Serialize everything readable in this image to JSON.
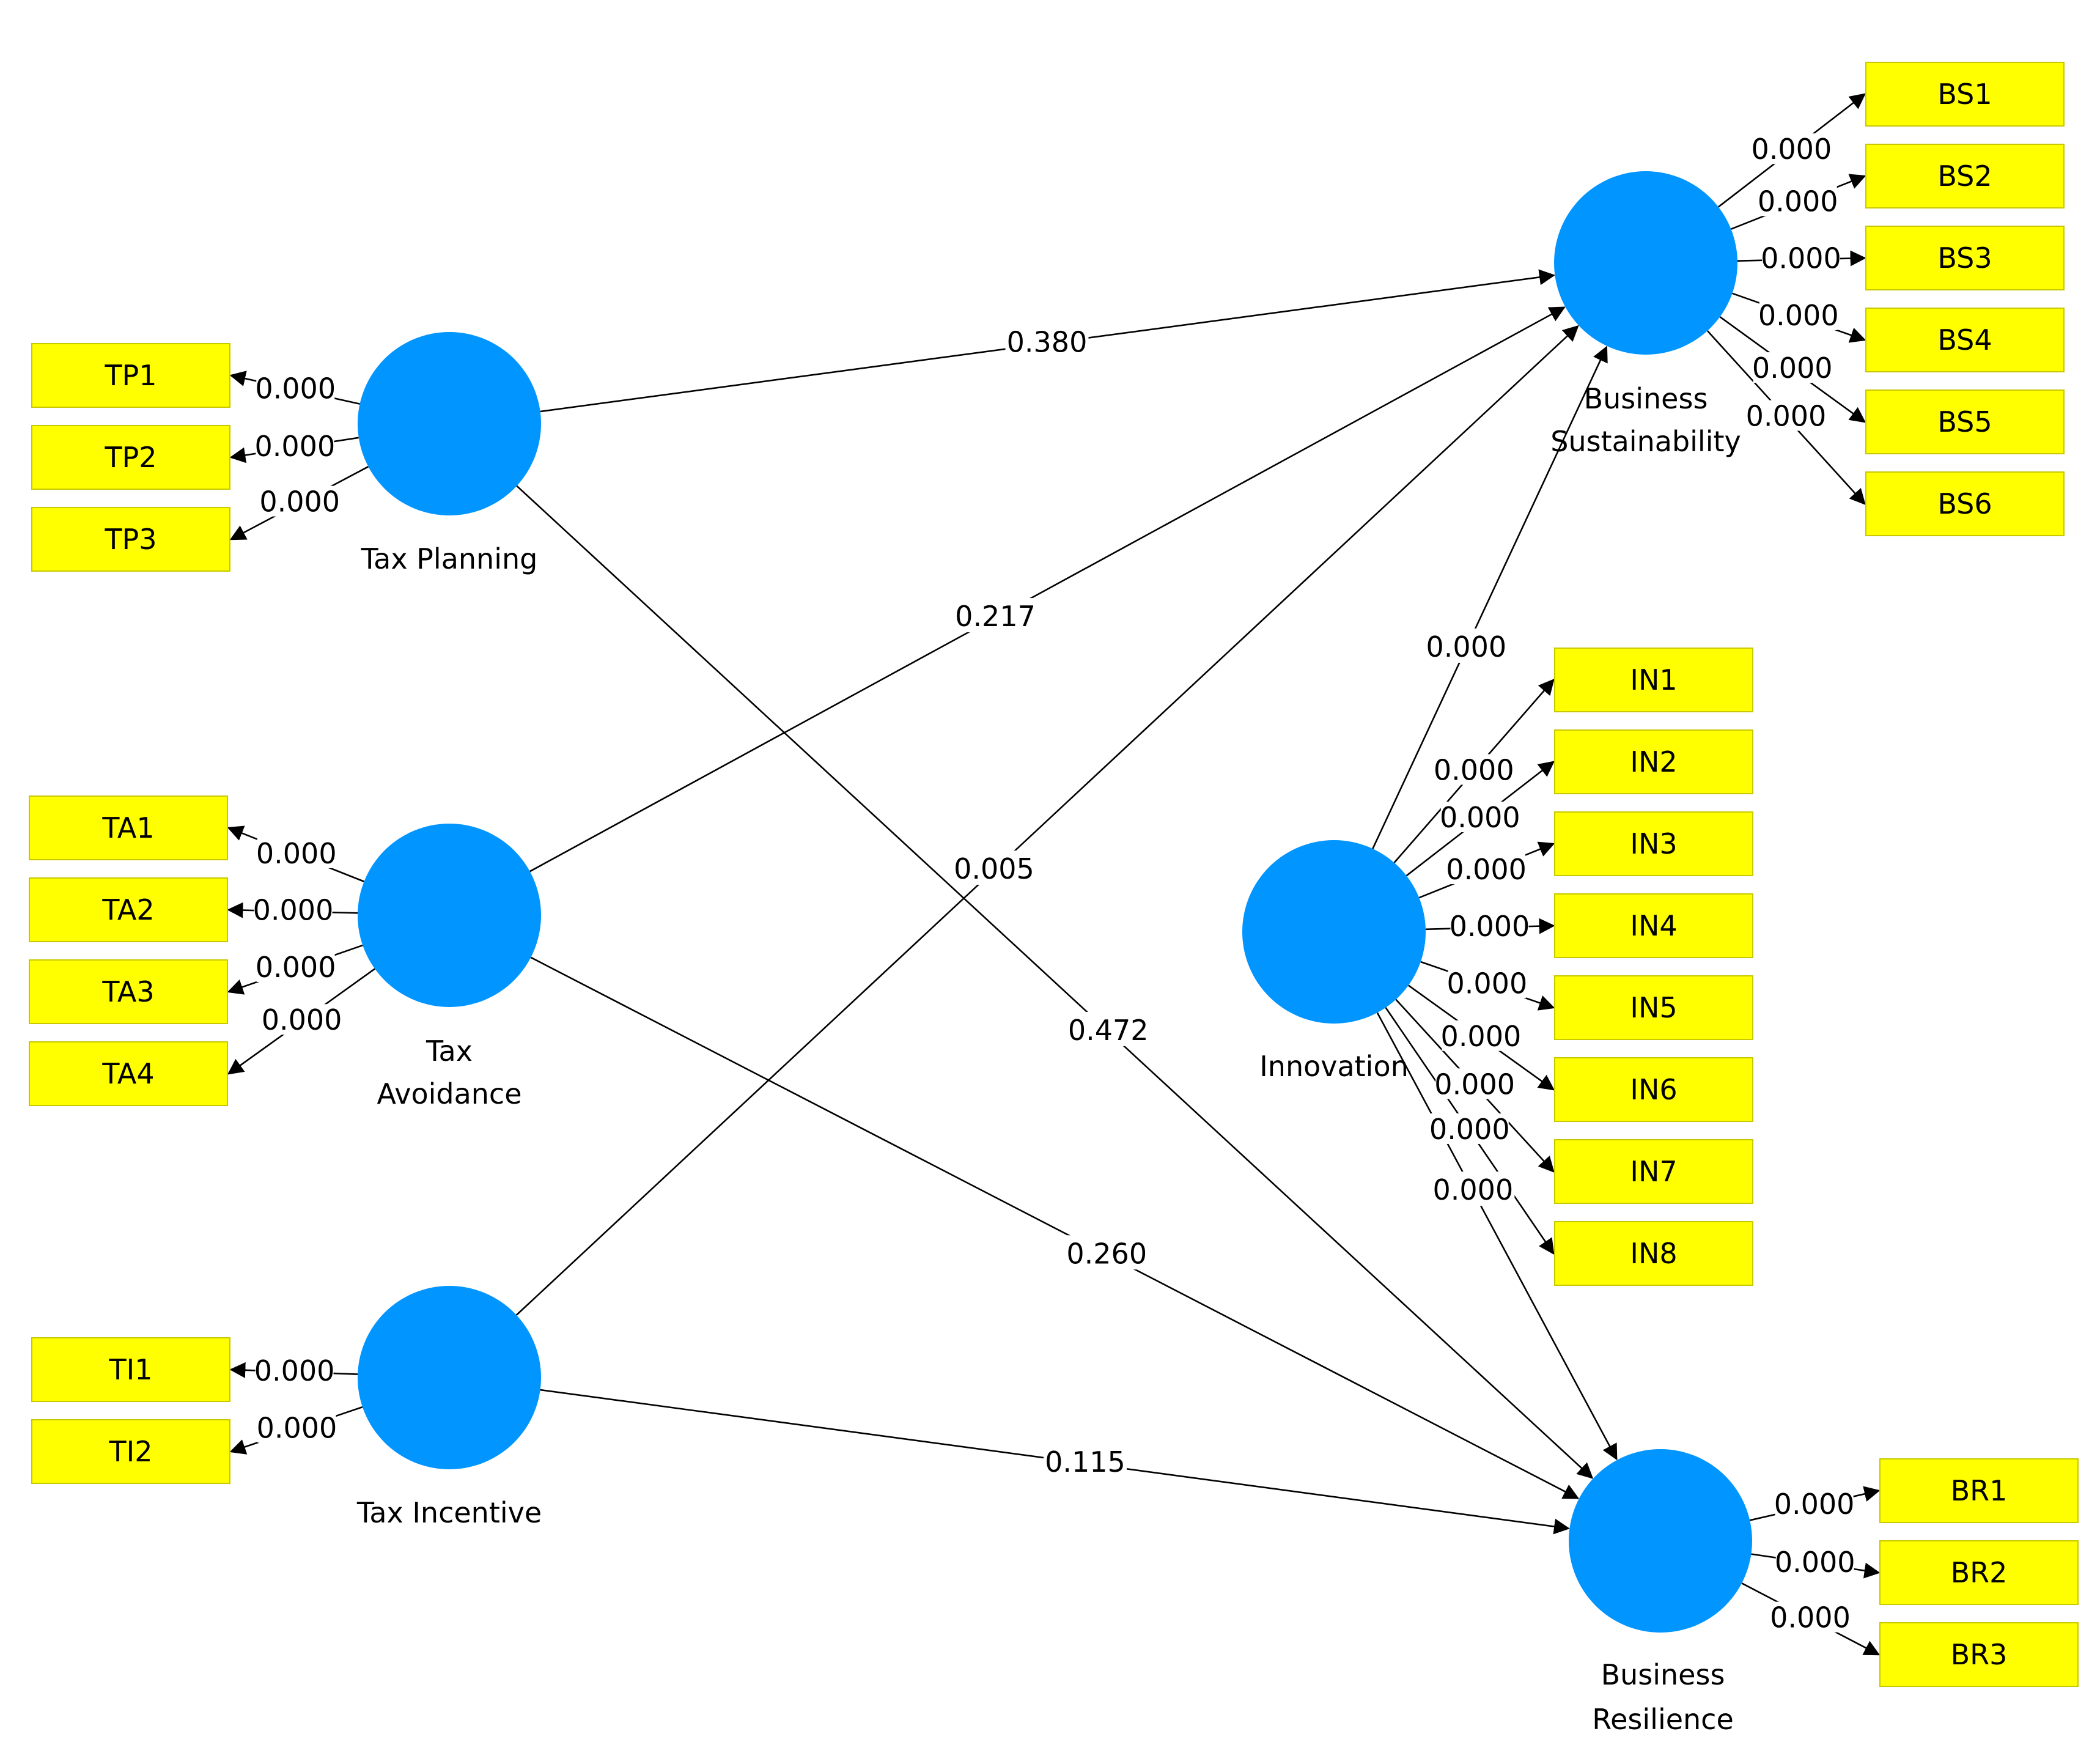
{
  "constructs": [
    {
      "id": "TP",
      "name": "Tax Planning",
      "lines": [
        "Tax Planning"
      ]
    },
    {
      "id": "TA",
      "name": "Tax Avoidance",
      "lines": [
        "Tax",
        "Avoidance"
      ]
    },
    {
      "id": "TI",
      "name": "Tax Incentive",
      "lines": [
        "Tax Incentive"
      ]
    },
    {
      "id": "BS",
      "name": "Business Sustainability",
      "lines": [
        "Business",
        "Sustainability"
      ]
    },
    {
      "id": "IN",
      "name": "Innovation",
      "lines": [
        "Innovation"
      ]
    },
    {
      "id": "BR",
      "name": "Business Resilience",
      "lines": [
        "Business",
        "Resilience"
      ]
    }
  ],
  "indicators": {
    "TP": {
      "items": [
        "TP1",
        "TP2",
        "TP3"
      ],
      "values": [
        "0.000",
        "0.000",
        "0.000"
      ]
    },
    "TA": {
      "items": [
        "TA1",
        "TA2",
        "TA3",
        "TA4"
      ],
      "values": [
        "0.000",
        "0.000",
        "0.000",
        "0.000"
      ]
    },
    "TI": {
      "items": [
        "TI1",
        "TI2"
      ],
      "values": [
        "0.000",
        "0.000"
      ]
    },
    "BS": {
      "items": [
        "BS1",
        "BS2",
        "BS3",
        "BS4",
        "BS5",
        "BS6"
      ],
      "values": [
        "0.000",
        "0.000",
        "0.000",
        "0.000",
        "0.000",
        "0.000"
      ]
    },
    "IN": {
      "items": [
        "IN1",
        "IN2",
        "IN3",
        "IN4",
        "IN5",
        "IN6",
        "IN7",
        "IN8"
      ],
      "values": [
        "0.000",
        "0.000",
        "0.000",
        "0.000",
        "0.000",
        "0.000",
        "0.000",
        "0.000"
      ]
    },
    "BR": {
      "items": [
        "BR1",
        "BR2",
        "BR3"
      ],
      "values": [
        "0.000",
        "0.000",
        "0.000"
      ]
    }
  },
  "paths": [
    {
      "from": "TP",
      "to": "BS",
      "value": "0.380"
    },
    {
      "from": "TA",
      "to": "BS",
      "value": "0.217"
    },
    {
      "from": "TI",
      "to": "BS",
      "value": "0.005"
    },
    {
      "from": "IN",
      "to": "BS",
      "value": "0.000"
    },
    {
      "from": "TP",
      "to": "BR",
      "value": "0.472"
    },
    {
      "from": "TA",
      "to": "BR",
      "value": "0.260"
    },
    {
      "from": "TI",
      "to": "BR",
      "value": "0.115"
    },
    {
      "from": "IN",
      "to": "BR",
      "value": "0.000"
    }
  ],
  "colors": {
    "construct": "#0095ff",
    "indicator": "#ffff00"
  }
}
